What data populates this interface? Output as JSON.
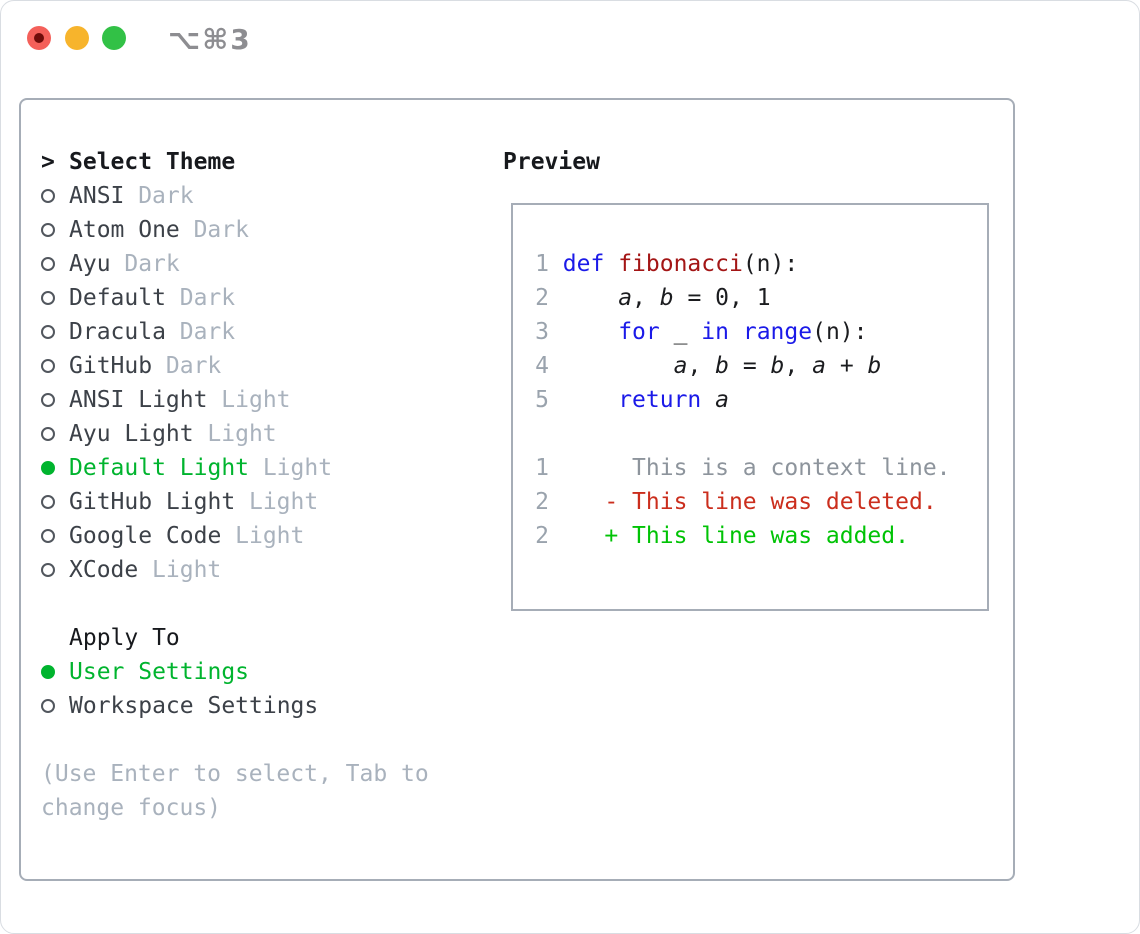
{
  "window": {
    "shortcut": "⌥⌘3",
    "traffic_lights": [
      "close",
      "minimize",
      "zoom"
    ]
  },
  "colors": {
    "selection_green": "#00b42e",
    "added_green": "#00c305",
    "deleted_red": "#cb2e1d",
    "keyword_blue": "#1b1ae8",
    "function_red": "#a31515",
    "muted_gray": "#a9b2bd",
    "border_gray": "#a6adb7"
  },
  "theme_list": {
    "cursor": ">",
    "header": "Select Theme",
    "items": [
      {
        "name": "ANSI",
        "tag": "Dark",
        "selected": false
      },
      {
        "name": "Atom One",
        "tag": "Dark",
        "selected": false
      },
      {
        "name": "Ayu",
        "tag": "Dark",
        "selected": false
      },
      {
        "name": "Default",
        "tag": "Dark",
        "selected": false
      },
      {
        "name": "Dracula",
        "tag": "Dark",
        "selected": false
      },
      {
        "name": "GitHub",
        "tag": "Dark",
        "selected": false
      },
      {
        "name": "ANSI Light",
        "tag": "Light",
        "selected": false
      },
      {
        "name": "Ayu Light",
        "tag": "Light",
        "selected": false
      },
      {
        "name": "Default Light",
        "tag": "Light",
        "selected": true
      },
      {
        "name": "GitHub Light",
        "tag": "Light",
        "selected": false
      },
      {
        "name": "Google Code",
        "tag": "Light",
        "selected": false
      },
      {
        "name": "XCode",
        "tag": "Light",
        "selected": false
      }
    ]
  },
  "apply_to": {
    "header": "Apply To",
    "options": [
      {
        "name": "User Settings",
        "selected": true
      },
      {
        "name": "Workspace Settings",
        "selected": false
      }
    ]
  },
  "hint": {
    "line1": "(Use Enter to select, Tab to",
    "line2": "change focus)"
  },
  "preview": {
    "title": "Preview",
    "code_lines": [
      {
        "num": "1",
        "segments": [
          {
            "t": "def ",
            "c": "kw"
          },
          {
            "t": "fibonacci",
            "c": "fn"
          },
          {
            "t": "(n):",
            "c": "plain"
          }
        ]
      },
      {
        "num": "2",
        "segments": [
          {
            "t": "    ",
            "c": "plain"
          },
          {
            "t": "a",
            "c": "var"
          },
          {
            "t": ", ",
            "c": "plain"
          },
          {
            "t": "b",
            "c": "var"
          },
          {
            "t": " = 0, 1",
            "c": "plain"
          }
        ]
      },
      {
        "num": "3",
        "segments": [
          {
            "t": "    ",
            "c": "plain"
          },
          {
            "t": "for",
            "c": "kw"
          },
          {
            "t": " _ ",
            "c": "plain"
          },
          {
            "t": "in",
            "c": "kw"
          },
          {
            "t": " ",
            "c": "plain"
          },
          {
            "t": "range",
            "c": "kw"
          },
          {
            "t": "(n):",
            "c": "plain"
          }
        ]
      },
      {
        "num": "4",
        "segments": [
          {
            "t": "        ",
            "c": "plain"
          },
          {
            "t": "a",
            "c": "var"
          },
          {
            "t": ", ",
            "c": "plain"
          },
          {
            "t": "b",
            "c": "var"
          },
          {
            "t": " = ",
            "c": "plain"
          },
          {
            "t": "b",
            "c": "var"
          },
          {
            "t": ", ",
            "c": "plain"
          },
          {
            "t": "a",
            "c": "var"
          },
          {
            "t": " + ",
            "c": "plain"
          },
          {
            "t": "b",
            "c": "var"
          }
        ]
      },
      {
        "num": "5",
        "segments": [
          {
            "t": "    ",
            "c": "plain"
          },
          {
            "t": "return",
            "c": "kw"
          },
          {
            "t": " ",
            "c": "plain"
          },
          {
            "t": "a",
            "c": "var"
          }
        ]
      },
      {
        "num": "",
        "segments": []
      },
      {
        "num": "1",
        "segments": [
          {
            "t": "     This is a context line.",
            "c": "ctx"
          }
        ]
      },
      {
        "num": "2",
        "segments": [
          {
            "t": "   - This line was deleted.",
            "c": "del"
          }
        ]
      },
      {
        "num": "2",
        "segments": [
          {
            "t": "   + This line was added.",
            "c": "add"
          }
        ]
      }
    ]
  }
}
